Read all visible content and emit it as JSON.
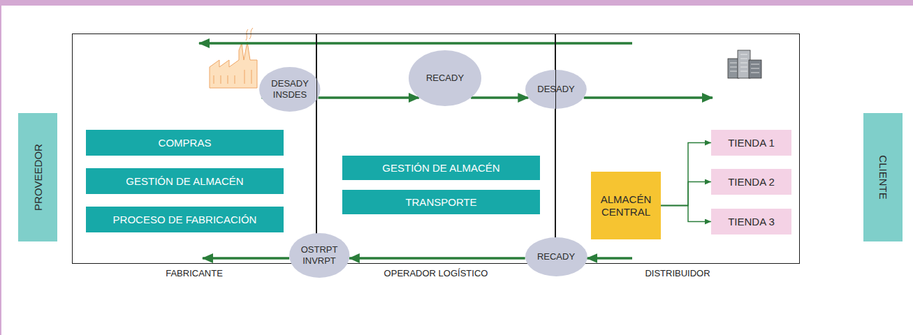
{
  "diagram": {
    "nodes": [
      {
        "text": [
          "PROVEEDOR"
        ]
      },
      {
        "text": [
          "FABRICANTE"
        ]
      },
      {
        "text": [
          "COMPRAS"
        ],
        "in": 1
      },
      {
        "text": [
          "GESTIÓN DE ALMACÉN"
        ],
        "in": 1
      },
      {
        "text": [
          "PROCESO DE FABRICACIÓN"
        ],
        "in": 1
      },
      {
        "text": [
          "DESADY INSDES"
        ]
      },
      {
        "text": [
          "RECADY"
        ]
      },
      {
        "text": [
          "OPERADOR LOGÍSTICO"
        ]
      },
      {
        "text": [
          "GESTIÓN DE ALMACÉN"
        ],
        "in": 7
      },
      {
        "text": [
          "TRANSPORTE"
        ],
        "in": 7
      },
      {
        "text": [
          "DESADY"
        ]
      },
      {
        "text": [
          "DISTRIBUIDOR"
        ]
      },
      {
        "text": [
          "ALMACÉN CENTRAL"
        ],
        "in": 11
      },
      {
        "text": [
          "TIENDA 1"
        ],
        "in": 11
      },
      {
        "text": [
          "TIENDA 2"
        ],
        "in": 11
      },
      {
        "text": [
          "TIENDA 3"
        ],
        "in": 11
      },
      {
        "text": [
          "CLIENTE"
        ]
      },
      {
        "text": [
          "OSTRPT INVRPT"
        ]
      },
      {
        "text": [
          "RECADY"
        ]
      }
    ],
    "edges": [
      {
        "from": 11,
        "to": 1,
        "arrow": "to"
      },
      {
        "from": 1,
        "to": 5,
        "arrow": "to"
      },
      {
        "from": 5,
        "to": 6,
        "arrow": "to"
      },
      {
        "from": 6,
        "to": 10,
        "arrow": "to"
      },
      {
        "from": 10,
        "to": 11,
        "arrow": "to"
      },
      {
        "from": 11,
        "to": 18,
        "arrow": "to"
      },
      {
        "from": 18,
        "to": 17,
        "arrow": "to"
      },
      {
        "from": 17,
        "to": 1,
        "arrow": "to"
      },
      {
        "from": 12,
        "to": 13,
        "arrow": "to"
      },
      {
        "from": 12,
        "to": 14,
        "arrow": "to"
      },
      {
        "from": 12,
        "to": 15,
        "arrow": "to"
      }
    ]
  }
}
